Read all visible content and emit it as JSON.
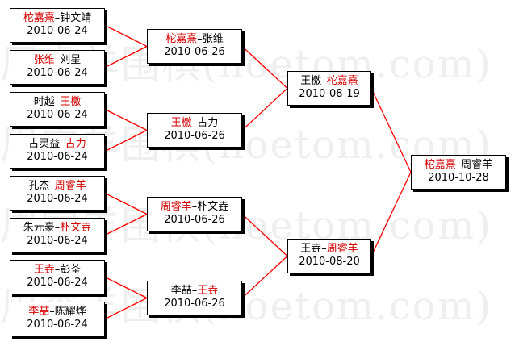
{
  "watermark": "周睿羊围棋(hoetom.com)",
  "colors": {
    "winner": "#d60000",
    "line": "#ff0000",
    "text": "#000000"
  },
  "matches": [
    {
      "id": "r1-1",
      "p1": "柁嘉熹",
      "p2": "钟文靖",
      "winner": 1,
      "date": "2010-06-24"
    },
    {
      "id": "r1-2",
      "p1": "张维",
      "p2": "刘星",
      "winner": 1,
      "date": "2010-06-24"
    },
    {
      "id": "r1-3",
      "p1": "时越",
      "p2": "王檄",
      "winner": 2,
      "date": "2010-06-24"
    },
    {
      "id": "r1-4",
      "p1": "古灵益",
      "p2": "古力",
      "winner": 2,
      "date": "2010-06-24"
    },
    {
      "id": "r1-5",
      "p1": "孔杰",
      "p2": "周睿羊",
      "winner": 2,
      "date": "2010-06-24"
    },
    {
      "id": "r1-6",
      "p1": "朱元豪",
      "p2": "朴文垚",
      "winner": 2,
      "date": "2010-06-24"
    },
    {
      "id": "r1-7",
      "p1": "王垚",
      "p2": "彭荃",
      "winner": 1,
      "date": "2010-06-24"
    },
    {
      "id": "r1-8",
      "p1": "李喆",
      "p2": "陈耀烨",
      "winner": 1,
      "date": "2010-06-24"
    },
    {
      "id": "r2-1",
      "p1": "柁嘉熹",
      "p2": "张维",
      "winner": 1,
      "date": "2010-06-26"
    },
    {
      "id": "r2-2",
      "p1": "王檄",
      "p2": "古力",
      "winner": 1,
      "date": "2010-06-26"
    },
    {
      "id": "r2-3",
      "p1": "周睿羊",
      "p2": "朴文垚",
      "winner": 1,
      "date": "2010-06-26"
    },
    {
      "id": "r2-4",
      "p1": "李喆",
      "p2": "王垚",
      "winner": 2,
      "date": "2010-06-26"
    },
    {
      "id": "r3-1",
      "p1": "王檄",
      "p2": "柁嘉熹",
      "winner": 2,
      "date": "2010-08-19"
    },
    {
      "id": "r3-2",
      "p1": "王垚",
      "p2": "周睿羊",
      "winner": 2,
      "date": "2010-08-20"
    },
    {
      "id": "r4-1",
      "p1": "柁嘉熹",
      "p2": "周睿羊",
      "winner": 1,
      "date": "2010-10-28"
    }
  ],
  "separator": "–"
}
